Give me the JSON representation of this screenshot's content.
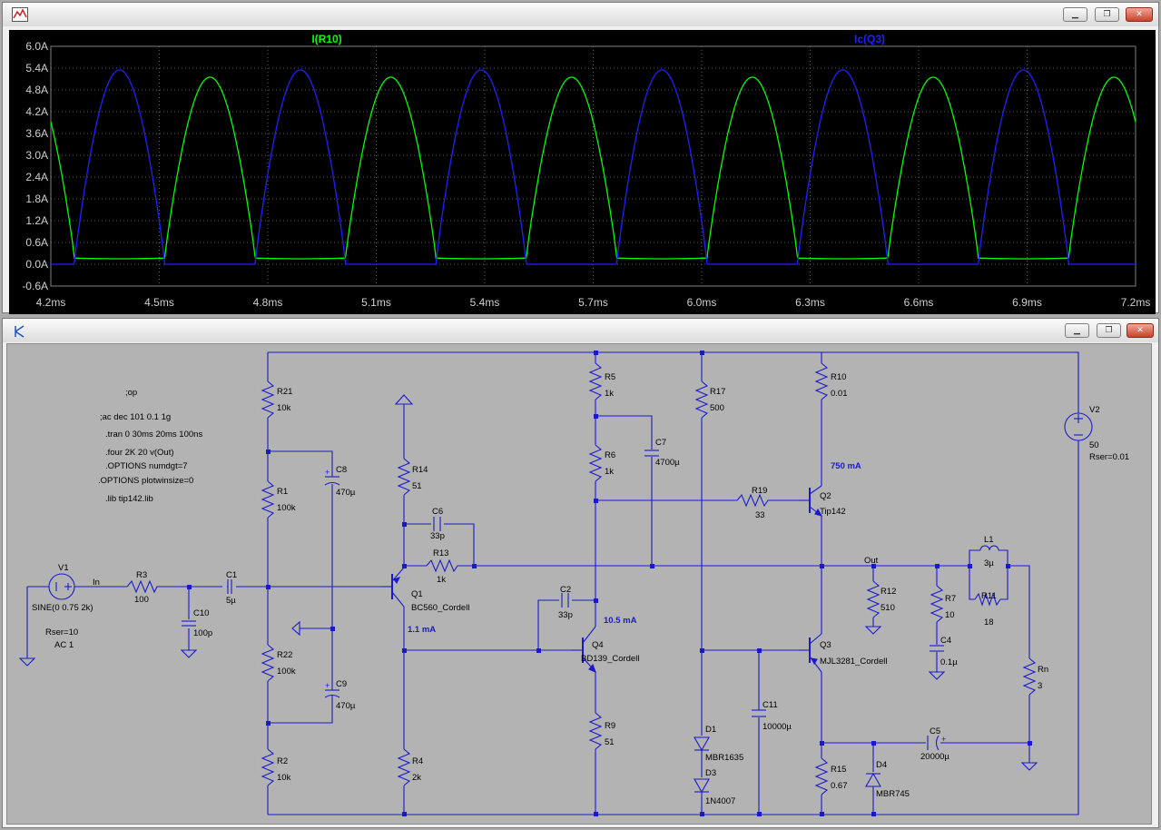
{
  "plot_window": {
    "buttons": {
      "minimize": "▁",
      "restore": "❐",
      "close": "✕"
    }
  },
  "schematic_window": {
    "buttons": {
      "minimize": "▁",
      "restore": "❐",
      "close": "✕"
    }
  },
  "chart_data": {
    "type": "line",
    "x_unit": "ms",
    "xlim": [
      4.2,
      7.2
    ],
    "ylim": [
      -0.6,
      6.0
    ],
    "x_ticks": [
      "4.2ms",
      "4.5ms",
      "4.8ms",
      "5.1ms",
      "5.4ms",
      "5.7ms",
      "6.0ms",
      "6.3ms",
      "6.6ms",
      "6.9ms",
      "7.2ms"
    ],
    "y_ticks": [
      "6.0A",
      "5.4A",
      "4.8A",
      "4.2A",
      "3.6A",
      "3.0A",
      "2.4A",
      "1.8A",
      "1.2A",
      "0.6A",
      "0.0A",
      "-0.6A"
    ],
    "grid": true,
    "series": [
      {
        "name": "I(R10)",
        "color": "#00ff00",
        "period_ms": 0.5,
        "peak_ms": 4.64,
        "peak": 5.15,
        "min": 0.15,
        "base": 0.17
      },
      {
        "name": "Ic(Q3)",
        "color": "#2020ff",
        "period_ms": 0.5,
        "peak_ms": 4.39,
        "peak": 5.35,
        "min": 0.0,
        "base": 0.0
      }
    ]
  },
  "schematic": {
    "directives": [
      ";op",
      ";ac dec 101 0.1 1g",
      ".tran 0 30ms 20ms 100ns",
      ".four 2K 20 v(Out)",
      ".OPTIONS numdgt=7",
      ".OPTIONS plotwinsize=0",
      ".lib tip142.lib"
    ],
    "labels": {
      "V1": "V1",
      "V1_value": "SINE(0 0.75 2k)",
      "V1_rser": "Rser=10",
      "V1_ac": "AC 1",
      "In": "In",
      "R3": "R3",
      "R3_v": "100",
      "C10": "C10",
      "C10_v": "100p",
      "C1": "C1",
      "C1_v": "5µ",
      "R21": "R21",
      "R21_v": "10k",
      "R1": "R1",
      "R1_v": "100k",
      "R22": "R22",
      "R22_v": "100k",
      "R2": "R2",
      "R2_v": "10k",
      "C8": "C8",
      "C8_v": "470µ",
      "C9": "C9",
      "C9_v": "470µ",
      "R14": "R14",
      "R14_v": "51",
      "C6": "C6",
      "C6_v": "33p",
      "R13": "R13",
      "R13_v": "1k",
      "Q1": "Q1",
      "Q1_v": "BC560_Cordell",
      "Q1_i": "1.1 mA",
      "R4": "R4",
      "R4_v": "2k",
      "R5": "R5",
      "R5_v": "1k",
      "R6": "R6",
      "R6_v": "1k",
      "C7": "C7",
      "C7_v": "4700µ",
      "C2": "C2",
      "C2_v": "33p",
      "Q4": "Q4",
      "Q4_v": "BD139_Cordell",
      "Q4_i": "10.5 mA",
      "R9": "R9",
      "R9_v": "51",
      "R17": "R17",
      "R17_v": "500",
      "R19": "R19",
      "R19_v": "33",
      "D1": "D1",
      "D1_v": "MBR1635",
      "D3": "D3",
      "D3_v": "1N4007",
      "C11": "C11",
      "C11_v": "10000µ",
      "R10": "R10",
      "R10_v": "0.01",
      "Q2": "Q2",
      "Q2_v": "Tip142",
      "Q2_i": "750 mA",
      "Q3": "Q3",
      "Q3_v": "MJL3281_Cordell",
      "R15": "R15",
      "R15_v": "0.67",
      "D4": "D4",
      "D4_v": "MBR745",
      "Out": "Out",
      "R12": "R12",
      "R12_v": "510",
      "R7": "R7",
      "R7_v": "10",
      "C4": "C4",
      "C4_v": "0.1µ",
      "L1": "L1",
      "L1_v": "3µ",
      "R11": "R11",
      "R11_v": "18",
      "Rn": "Rn",
      "Rn_v": "3",
      "C5": "C5",
      "C5_v": "20000µ",
      "V2": "V2",
      "V2_v": "50",
      "V2_rser": "Rser=0.01"
    }
  }
}
